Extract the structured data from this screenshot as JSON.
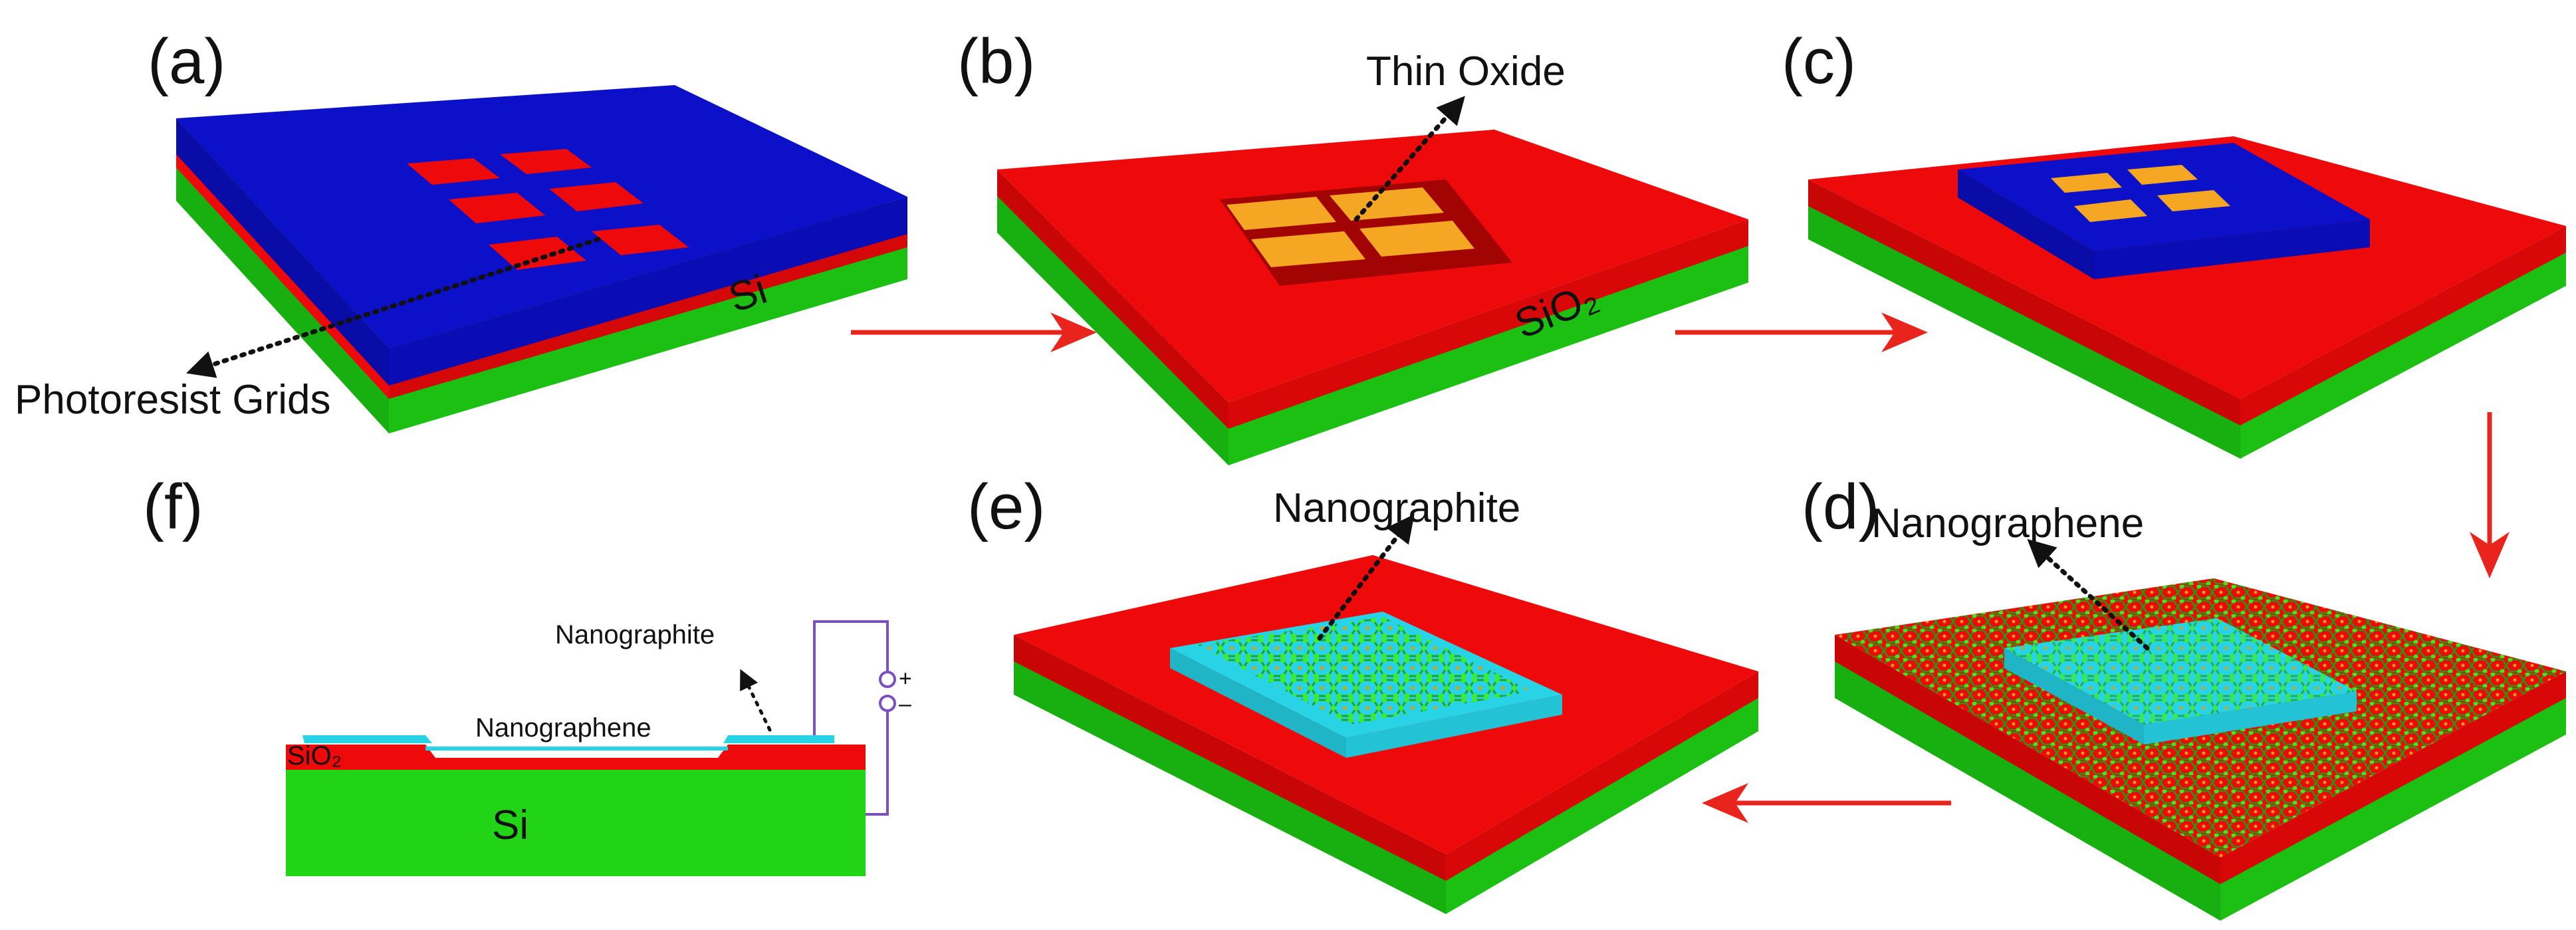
{
  "panels": {
    "a": {
      "label": "(a)",
      "callout": "Photoresist Grids",
      "layer_label": "Si"
    },
    "b": {
      "label": "(b)",
      "callout": "Thin Oxide",
      "layer_label": "SiO₂"
    },
    "c": {
      "label": "(c)"
    },
    "d": {
      "label": "(d)",
      "callout": "Nanographene"
    },
    "e": {
      "label": "(e)",
      "callout": "Nanographite"
    },
    "f": {
      "label": "(f)",
      "nanographite": "Nanographite",
      "nanographene": "Nanographene",
      "sio2": "SiO₂",
      "si": "Si",
      "plus": "+",
      "minus": "–"
    }
  },
  "colors": {
    "silicon_green": "#22d416",
    "oxide_red": "#ee0a0a",
    "photoresist_blue": "#0c10c8",
    "thin_oxide_orange": "#f5a623",
    "nanographite_cyan": "#29d3e6",
    "arrow_red": "#e8241c",
    "wire_purple": "#7a4fc2"
  }
}
